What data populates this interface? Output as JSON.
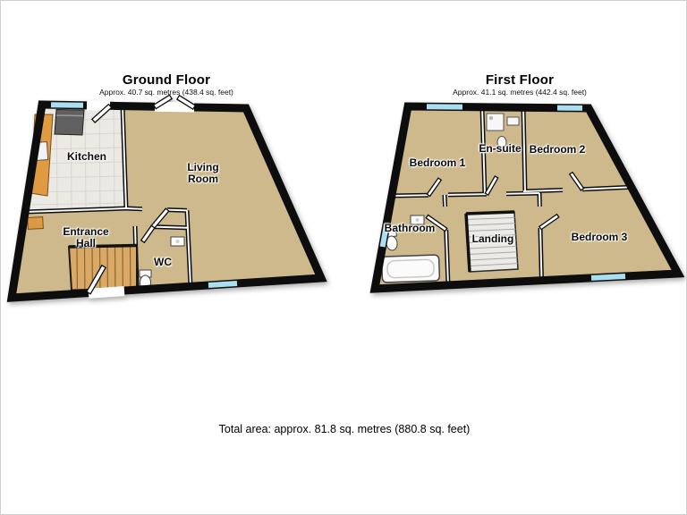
{
  "ground_floor": {
    "title": "Ground Floor",
    "area_note": "Approx. 40.7 sq. metres (438.4 sq. feet)",
    "rooms": [
      {
        "name": "Kitchen"
      },
      {
        "name": "Living Room"
      },
      {
        "name": "Entrance Hall"
      },
      {
        "name": "WC"
      }
    ]
  },
  "first_floor": {
    "title": "First Floor",
    "area_note": "Approx. 41.1 sq. metres (442.4 sq. feet)",
    "rooms": [
      {
        "name": "Bedroom 1"
      },
      {
        "name": "En-suite"
      },
      {
        "name": "Bedroom 2"
      },
      {
        "name": "Bathroom"
      },
      {
        "name": "Landing"
      },
      {
        "name": "Bedroom 3"
      }
    ]
  },
  "footer": {
    "total_area": "Total area: approx. 81.8 sq. metres (880.8 sq. feet)"
  },
  "colors": {
    "floor_tan": "#cdb98c",
    "kitchen_tile": "#ebe9e3",
    "wall_black": "#0d0d0d",
    "window_glass": "#a9dff0",
    "stair_wood": "#d9a965",
    "counter_wood": "#e09a42",
    "fixture_white": "#fbfbfb"
  }
}
